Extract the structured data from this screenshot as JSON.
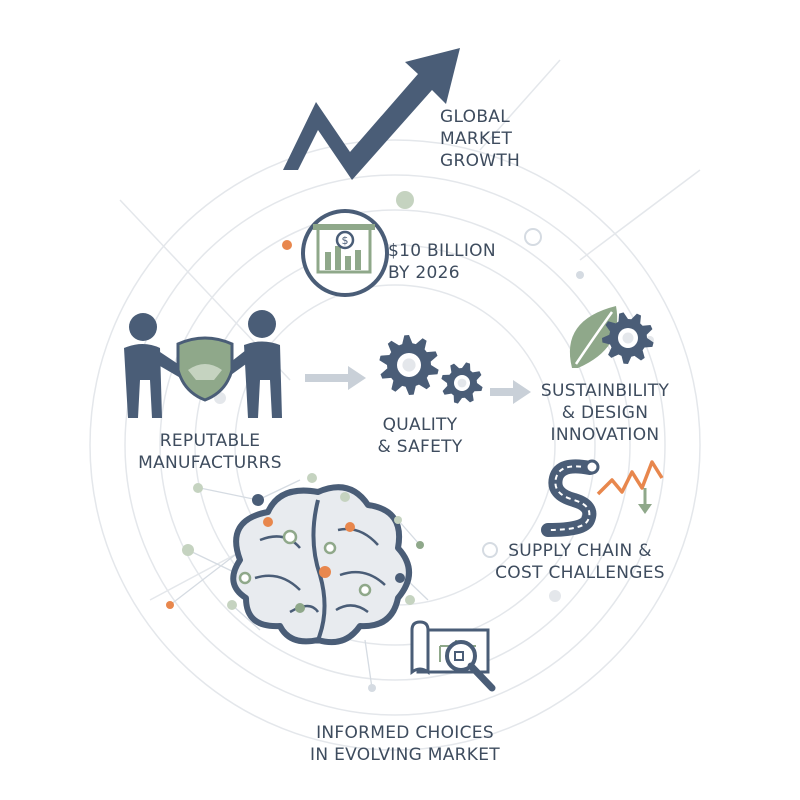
{
  "colors": {
    "navy": "#4a5d77",
    "sage": "#8fa88a",
    "sage_light": "#c5d3c0",
    "orange": "#e8874d",
    "arrow_gray": "#c9d0d8",
    "ring_gray": "#e4e7eb",
    "text": "#3e4c5e"
  },
  "icons": {
    "growth": "trend-arrow-icon",
    "money": "money-building-icon",
    "handshake": "handshake-shield-icon",
    "gears": "gears-icon",
    "leaf_gear": "leaf-gear-icon",
    "road_chart": "road-chart-icon",
    "brain": "brain-network-icon",
    "blueprint": "blueprint-magnifier-icon"
  },
  "labels": {
    "growth": [
      "GLOBAL",
      "MARKET",
      "GROWTH"
    ],
    "market_size": [
      "$10 BILLION",
      "BY 2026"
    ],
    "manufacturers": [
      "REPUTABLE",
      "MANUFACTURRS"
    ],
    "quality": [
      "QUALITY",
      "& SAFETY"
    ],
    "sustainability": [
      "SUSTAINBILITY",
      "& DESIGN",
      "INNOVATION"
    ],
    "supply_chain": [
      "SUPPLY CHAIN &",
      "COST CHALLENGES"
    ],
    "informed": [
      "INFORMED CHOICES",
      "IN EVOLVING MARKET"
    ]
  }
}
